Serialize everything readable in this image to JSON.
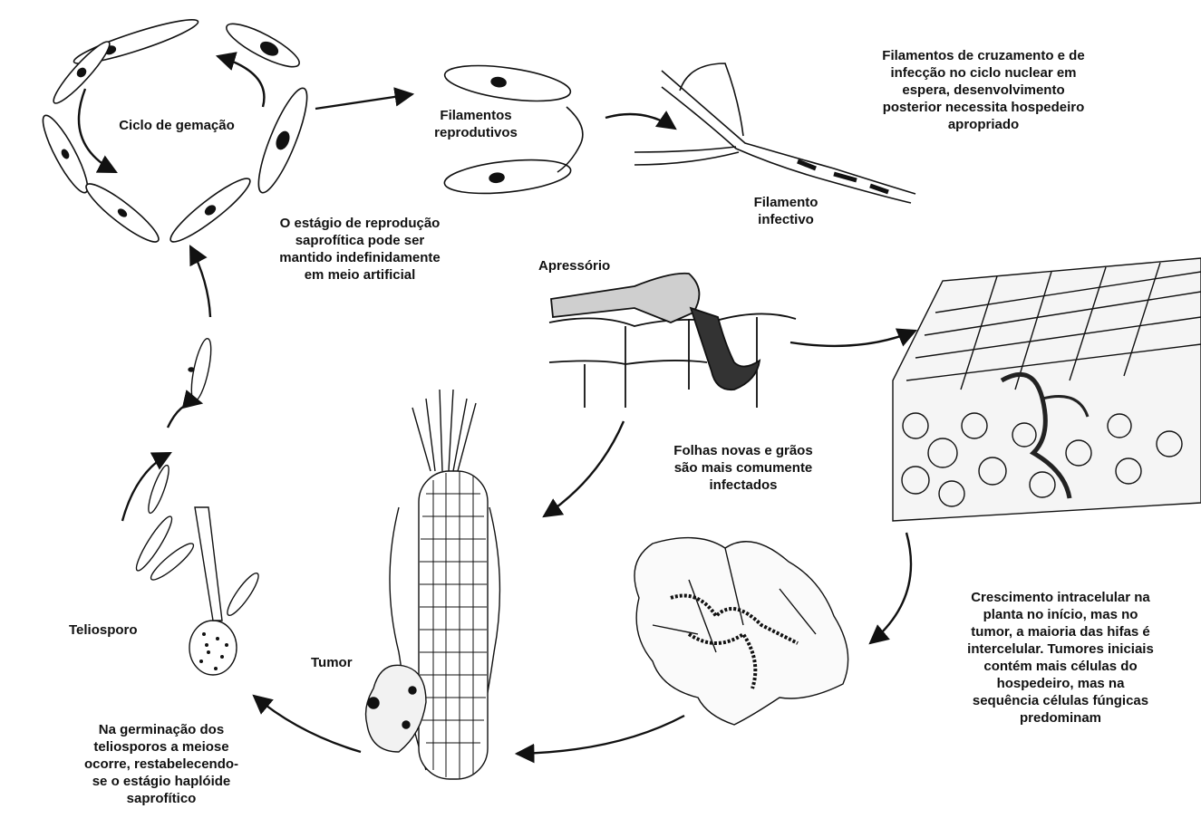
{
  "labels": {
    "budding_cycle": "Ciclo de gemação",
    "reproductive_filaments": "Filamentos\nreprodutivos",
    "crossing_note": "Filamentos de cruzamento e de\ninfecção no ciclo nuclear em\nespera, desenvolvimento\nposterior necessita hospedeiro\napropriado",
    "infective_filament": "Filamento\ninfectivo",
    "saprophytic_note": "O estágio de reprodução\nsaprofítica pode ser\nmantido indefinidamente\nem meio artificial",
    "appressorium": "Apressório",
    "young_leaves_note": "Folhas novas e grãos\nsão mais comumente\ninfectados",
    "intracellular_note": "Crescimento intracelular na\nplanta no início, mas no\ntumor, a maioria das hifas é\nintercelular. Tumores iniciais\ncontém mais células do\nhospedeiro, mas na\nsequência células fúngicas\npredominam",
    "teliospore": "Teliosporo",
    "tumor": "Tumor",
    "germination_note": "Na germinação dos\nteliosporos a meiose\nocorre, restabelecendo-\nse o estágio haplóide\nsaprofítico"
  },
  "colors": {
    "ink": "#111111",
    "paper": "#ffffff",
    "tissue_fill": "#f2f2f2",
    "hypha_dark": "#222222"
  }
}
